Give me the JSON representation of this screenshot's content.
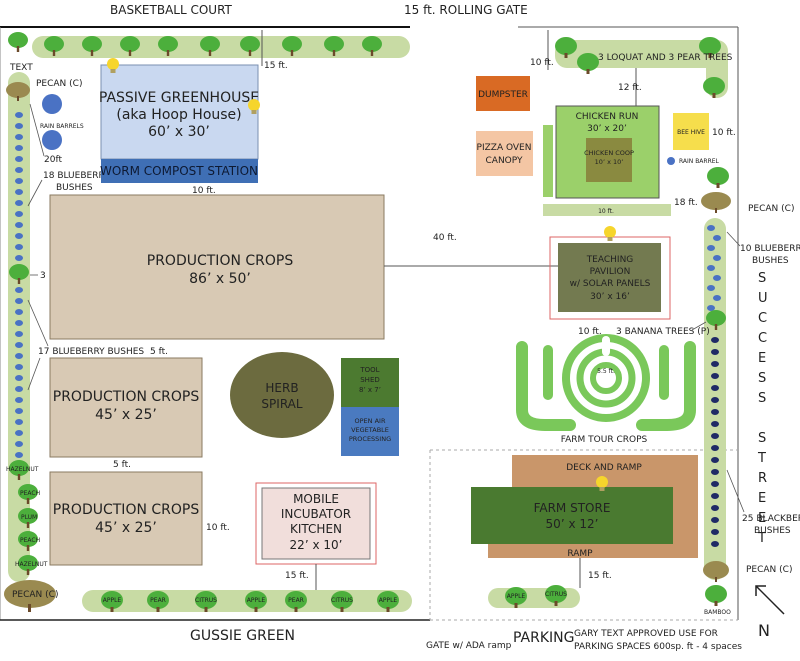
{
  "outside": {
    "basketball_court": "BASKETBALL COURT",
    "rolling_gate": "15 ft. ROLLING GATE",
    "gussie_green": "GUSSIE GREEN",
    "gate_ada": "GATE w/ ADA ramp",
    "parking": "PARKING",
    "gary_text_1": "GARY TEXT APPROVED USE FOR",
    "gary_text_2": "PARKING SPACES 600sp. ft - 4 spaces",
    "success_street": [
      "S",
      "U",
      "C",
      "C",
      "E",
      "S",
      "S",
      "",
      "S",
      "T",
      "R",
      "E",
      "E",
      "T"
    ],
    "north": "N"
  },
  "left_strip": {
    "text": "TEXT",
    "pecan_top": "PECAN (C)",
    "rain_barrels": "RAIN BARRELS",
    "dim_20ft": "20ft",
    "blueberry_18_1": "18 BLUEBERRY",
    "blueberry_18_2": "BUSHES",
    "num_3": "3",
    "blueberry_17": "17 BLUEBERRY BUSHES",
    "hazelnut_1": "HAZELNUT",
    "peach_1": "PEACH",
    "plum": "PLUM",
    "peach_2": "PEACH",
    "hazelnut_2": "HAZELNUT",
    "pecan_bottom": "PECAN (C)"
  },
  "greenhouse": {
    "title": "PASSIVE GREENHOUSE",
    "aka": "(aka Hoop House)",
    "size": "60’ x 30’",
    "worm": "WORM COMPOST STATION",
    "dim_15": "15 ft."
  },
  "production_big": {
    "title": "PRODUCTION CROPS",
    "size": "86’ x 50’",
    "dim_10": "10 ft.",
    "dim_40": "40 ft."
  },
  "production_mid": {
    "title": "PRODUCTION CROPS",
    "size": "45’ x 25’",
    "dim_5": "5 ft."
  },
  "production_low": {
    "title": "PRODUCTION CROPS",
    "size": "45’ x 25’",
    "dim_5": "5 ft.",
    "dim_10": "10 ft."
  },
  "herb": {
    "line1": "HERB",
    "line2": "SPIRAL"
  },
  "tool_shed": {
    "line1": "TOOL",
    "line2": "SHED",
    "size": "8’ x 7’"
  },
  "open_air": {
    "line1": "OPEN AIR",
    "line2": "VEGETABLE",
    "line3": "PROCESSING"
  },
  "kitchen": {
    "line1": "MOBILE",
    "line2": "INCUBATOR",
    "line3": "KITCHEN",
    "size": "22’ x 10’",
    "dim_15": "15 ft."
  },
  "bottom_trees": [
    "APPLE",
    "PEAR",
    "CITRUS",
    "APPLE",
    "PEAR",
    "CITRUS",
    "APPLE"
  ],
  "right": {
    "dim_10_top": "10 ft.",
    "loquat": "3 LOQUAT AND 3 PEAR TREES",
    "dim_12": "12 ft.",
    "dumpster": "DUMPSTER",
    "pizza_1": "PIZZA OVEN",
    "pizza_2": "CANOPY",
    "chicken_run": "CHICKEN RUN",
    "chicken_run_size": "30’ x 20’",
    "coop": "CHICKEN COOP",
    "coop_size": "10’ x 10’",
    "bee": "BEE HIVE",
    "dim_10_bee": "10 ft.",
    "rain_barrel": "RAIN BARREL",
    "dim_10_run": "10 ft.",
    "dim_18": "18 ft.",
    "pecan_mid": "PECAN (C)",
    "blueberry_10_1": "10 BLUEBERRY",
    "blueberry_10_2": "BUSHES",
    "pavilion_1": "TEACHING",
    "pavilion_2": "PAVILION",
    "pavilion_3": "w/ SOLAR PANELS",
    "pavilion_size": "30’ x 16’",
    "dim_10_pav": "10 ft.",
    "banana": "3 BANANA TREES (P)",
    "dim_55": "5.5 ft.",
    "farm_tour": "FARM TOUR CROPS",
    "deck": "DECK AND RAMP",
    "store": "FARM STORE",
    "store_size": "50’ x 12’",
    "ramp": "RAMP",
    "dim_15": "15 ft.",
    "blackberry_1": "25 BLACKBERRY",
    "blackberry_2": "BUSHES",
    "pecan_low": "PECAN (C)",
    "bamboo": "BAMBOO",
    "parking_trees": [
      "APPLE",
      "CITRUS"
    ]
  },
  "colors": {
    "tree": "#4caf3c",
    "hedge": "#c8dba4",
    "berry": "#4a72c4",
    "production": "#d8c9b4",
    "greenhouse": "#c9d8f0",
    "worm": "#3f6fb5",
    "herb": "#6c6b3f",
    "shed": "#4c7a30",
    "openair": "#4a7ac0",
    "kitchen": "#f1dedb",
    "dumpster": "#d96a24",
    "pizza": "#f4c6a4",
    "chicken": "#9bd06a",
    "coop": "#8a8a40",
    "bee": "#f6de4c",
    "pavilion": "#737a50",
    "deck": "#c9966a",
    "store": "#4a7a30",
    "pecan": "#9a8a50"
  }
}
